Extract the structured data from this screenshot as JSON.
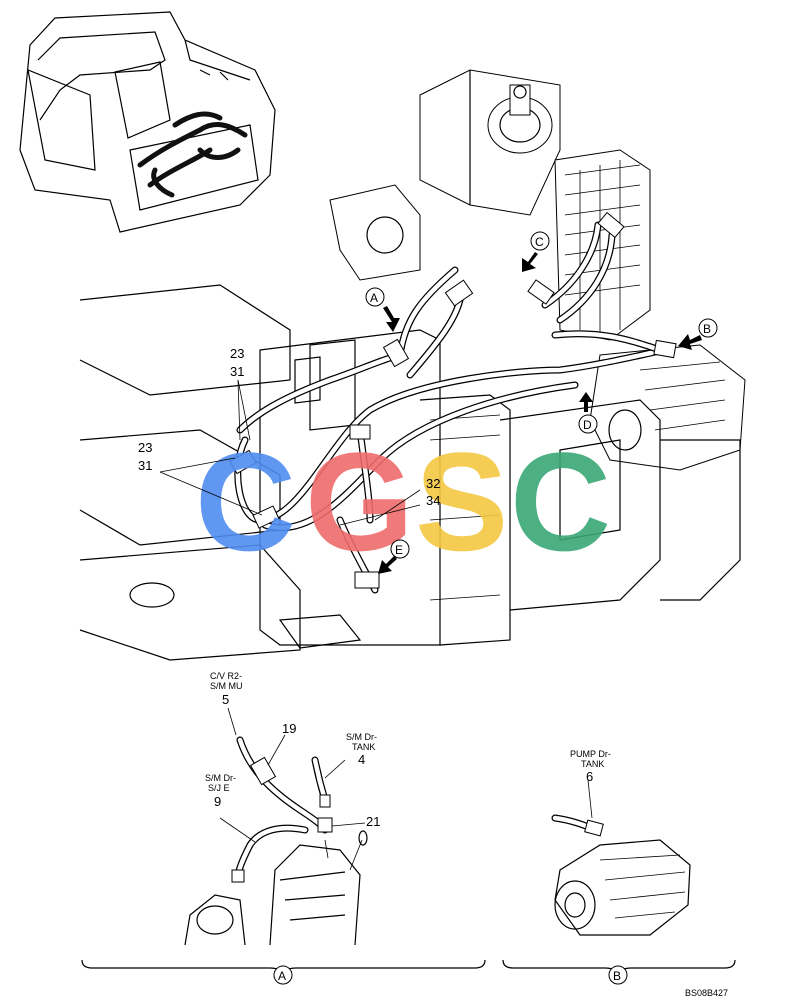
{
  "callouts": {
    "c23a": "23",
    "c31a": "31",
    "c23b": "23",
    "c31b": "31",
    "c32": "32",
    "c34": "34",
    "c5": "5",
    "c19": "19",
    "c4": "4",
    "c9": "9",
    "c21": "21",
    "c6": "6"
  },
  "views": {
    "A": "A",
    "B": "B",
    "C": "C",
    "D": "D",
    "E": "E",
    "bracketA": "A",
    "bracketB": "B"
  },
  "hose_labels": {
    "h5_line1": "C/V R2-",
    "h5_line2": "S/M MU",
    "h4_line1": "S/M Dr-",
    "h4_line2": "TANK",
    "h9_line1": "S/M Dr-",
    "h9_line2": "S/J E",
    "h6_line1": "PUMP Dr-",
    "h6_line2": "TANK"
  },
  "figure_code": "BS08B427",
  "watermark": {
    "letters": [
      "C",
      "G",
      "S",
      "C"
    ],
    "colors": [
      "#4f8cf0",
      "#ef6b6b",
      "#f4c842",
      "#3aa876"
    ]
  }
}
